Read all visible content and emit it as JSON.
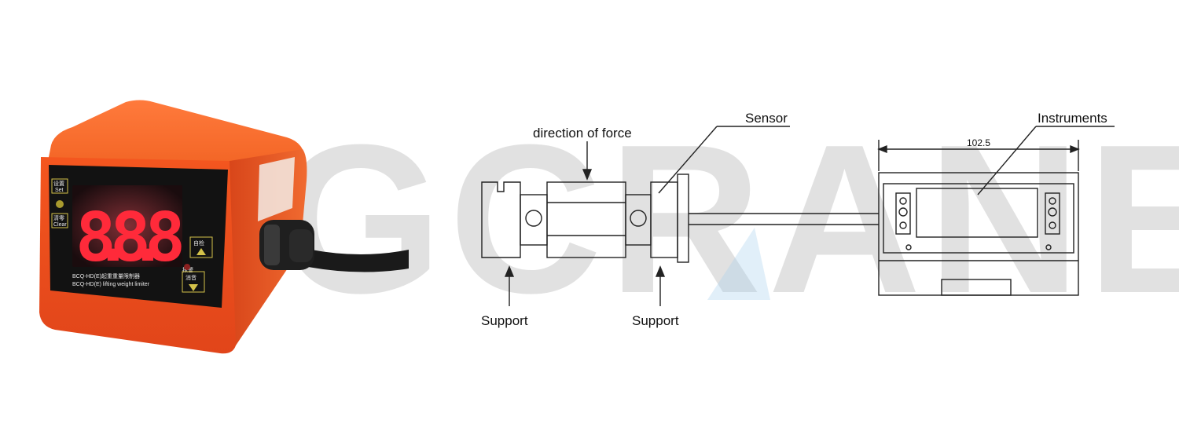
{
  "watermark": {
    "text": "DGCRANE"
  },
  "device": {
    "display_value": "8.8.8",
    "model_text": "BCQ-HD(E)起重重量限制器",
    "subtitle_text": "BCQ-HD(E) lifting weight limiter",
    "btn_set_label": "设置",
    "btn_set_sub": "Set",
    "btn_clear_label": "清零",
    "btn_clear_sub": "Clear",
    "btn_up_label": "自检",
    "btn_down_label": "消音",
    "alarm_label": "报警"
  },
  "diagram": {
    "force_label": "direction of force",
    "sensor_label": "Sensor",
    "instruments_label": "Instruments",
    "support_left_label": "Support",
    "support_right_label": "Support",
    "dimension_label": "102.5"
  },
  "colors": {
    "housing": "#f25a22",
    "panel": "#111111",
    "digits": "#ff2a3a",
    "cable": "#1a1a1a"
  }
}
